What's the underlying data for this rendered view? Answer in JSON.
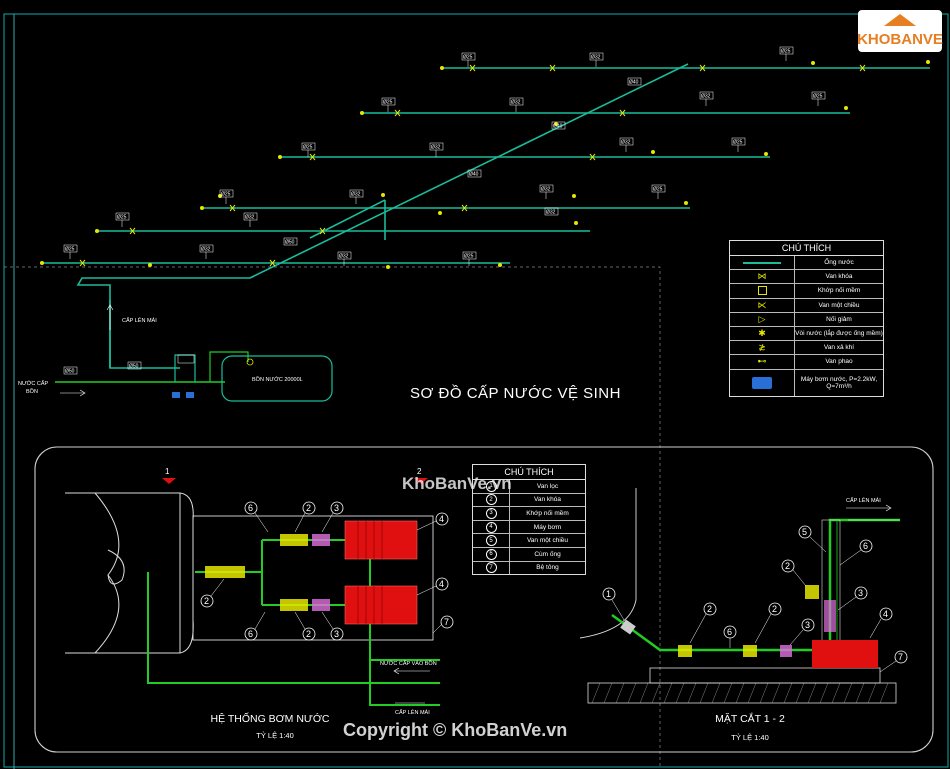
{
  "logo": {
    "text": "KHOBANVE"
  },
  "riser_labels": {
    "d25": "Ø25",
    "d32": "Ø32",
    "d40": "Ø40",
    "d50": "Ø50"
  },
  "main_schematic": {
    "title": "SƠ ĐỒ CẤP NƯỚC VỆ SINH",
    "label_up_roof": "CẤP LÊN MÁI",
    "label_water_in": "NƯỚC CẤP\nBỒN",
    "tank_label": "BỒN NƯỚC 20000L"
  },
  "legend_main": {
    "title": "CHÚ THÍCH",
    "rows": [
      {
        "icon": "pipe-line-icon",
        "text": "Ống nước"
      },
      {
        "icon": "shutoff-valve-icon",
        "text": "Van khóa"
      },
      {
        "icon": "pipe-joint-icon",
        "text": "Khớp nối mềm"
      },
      {
        "icon": "check-valve-icon",
        "text": "Van một chiều"
      },
      {
        "icon": "reducer-icon",
        "text": "Nối giảm"
      },
      {
        "icon": "faucet-icon",
        "text": "Vòi nước (lắp được ống mềm)"
      },
      {
        "icon": "air-valve-icon",
        "text": "Van xả khí"
      },
      {
        "icon": "float-valve-icon",
        "text": "Van phao"
      },
      {
        "icon": "pump-icon",
        "text": "Máy bơm nước, P=2.2kW, Q=7m³/h"
      }
    ]
  },
  "legend_pump": {
    "title": "CHÚ THÍCH",
    "rows": [
      {
        "num": "1",
        "text": "Van lọc"
      },
      {
        "num": "2",
        "text": "Van khóa"
      },
      {
        "num": "3",
        "text": "Khớp nối mềm"
      },
      {
        "num": "4",
        "text": "Máy bơm"
      },
      {
        "num": "5",
        "text": "Van một chiều"
      },
      {
        "num": "6",
        "text": "Cùm ống"
      },
      {
        "num": "7",
        "text": "Bệ tông"
      }
    ]
  },
  "pump_plan": {
    "title": "HỆ THỐNG BƠM NƯỚC",
    "scale": "TỶ LỆ 1:40",
    "label_water_to_tank": "NƯỚC CẤP VÀO BỒN",
    "label_up_roof": "CẤP LÊN MÁI",
    "section_mark_1": "1",
    "section_mark_2": "2"
  },
  "section": {
    "title": "MẶT CẮT 1 - 2",
    "scale": "TỶ LỆ 1:40",
    "label_up_roof": "CẤP LÊN MÁI"
  },
  "watermarks": {
    "center": "KhoBanVe.vn",
    "copyright": "Copyright © KhoBanVe.vn"
  },
  "colors": {
    "pipe": "#1abc9c",
    "pipe_green": "#22cc22",
    "valve_yellow": "#e6e600",
    "pump_red": "#e01010",
    "border": "#cfcfcf"
  }
}
